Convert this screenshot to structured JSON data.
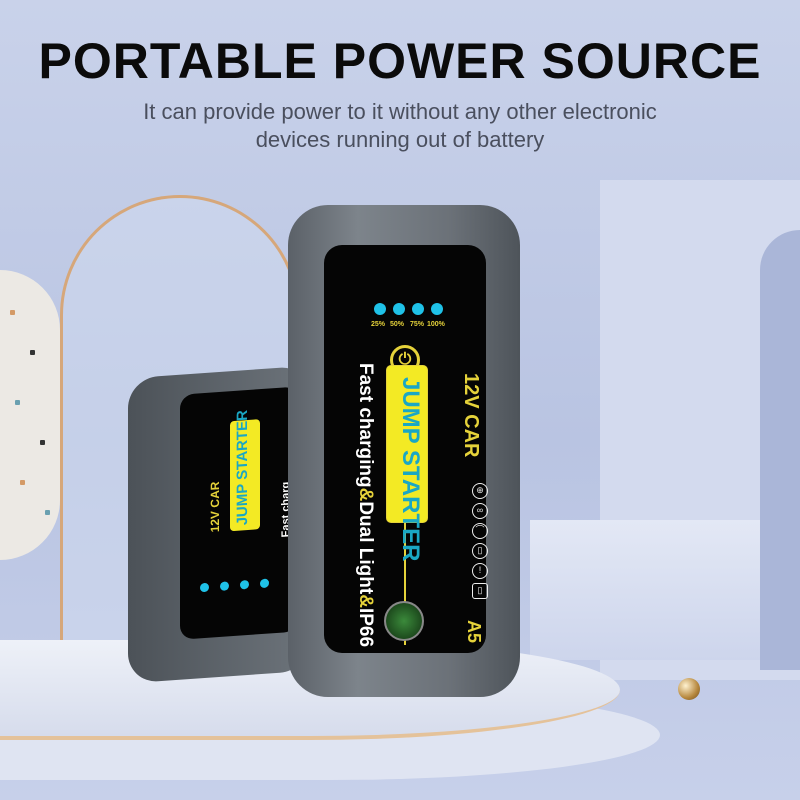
{
  "header": {
    "title": "PORTABLE POWER SOURCE",
    "subtitle_line1": "It can provide power to it without any other electronic",
    "subtitle_line2": "devices running out of battery"
  },
  "device": {
    "battery_levels": [
      "25%",
      "50%",
      "75%",
      "100%"
    ],
    "product_name": "JUMP STARTER",
    "voltage_label": "12V CAR",
    "feature_part1": "Fast charging",
    "amp1": "&",
    "feature_part2": "Dual Light",
    "amp2": "&",
    "feature_part3": "IP66",
    "model": "A5",
    "back_feature": "Fast charg",
    "power_icon": "power-icon",
    "led_color": "#1fc2e8",
    "accent_color": "#e5d23a"
  }
}
